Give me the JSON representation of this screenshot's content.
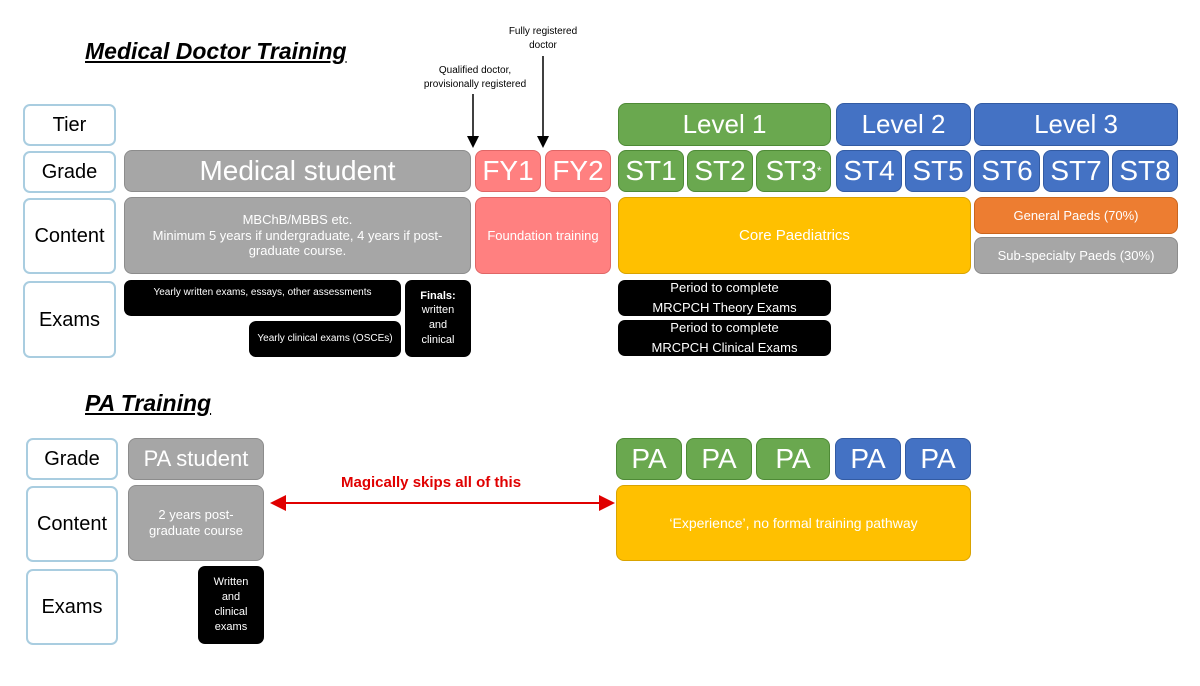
{
  "doctor": {
    "heading": "Medical Doctor Training",
    "notes": {
      "qualified": "Qualified doctor, provisionally registered",
      "fully": "Fully registered doctor"
    },
    "row_labels": {
      "tier": "Tier",
      "grade": "Grade",
      "content": "Content",
      "exams": "Exams"
    },
    "tiers": [
      "Level 1",
      "Level 2",
      "Level 3"
    ],
    "grades": {
      "student": "Medical student",
      "fy1": "FY1",
      "fy2": "FY2",
      "st1": "ST1",
      "st2": "ST2",
      "st3": "ST3",
      "st3_mark": "*",
      "st4": "ST4",
      "st5": "ST5",
      "st6": "ST6",
      "st7": "ST7",
      "st8": "ST8"
    },
    "content": {
      "student_line1": "MBChB/MBBS etc.",
      "student_line2": "Minimum 5 years if undergraduate, 4 years if post-graduate course.",
      "foundation": "Foundation training",
      "core": "Core Paediatrics",
      "general": "General Paeds (70%)",
      "sub": "Sub-specialty Paeds (30%)"
    },
    "exams": {
      "written": "Yearly written exams, essays, other assessments",
      "clinical": "Yearly clinical exams (OSCEs)",
      "finals_title": "Finals:",
      "finals_rest": "written and clinical",
      "theory_line1": "Period to complete",
      "theory_line2": "MRCPCH Theory Exams",
      "clinical_line1": "Period to complete",
      "clinical_line2": "MRCPCH Clinical Exams"
    }
  },
  "pa": {
    "heading": "PA Training",
    "row_labels": {
      "grade": "Grade",
      "content": "Content",
      "exams": "Exams"
    },
    "student": "PA student",
    "course": "2 years post-graduate course",
    "exams": "Written and clinical exams",
    "skip": "Magically skips all of this",
    "pa_boxes": [
      "PA",
      "PA",
      "PA",
      "PA",
      "PA"
    ],
    "experience": "‘Experience’, no formal training pathway"
  },
  "colors": {
    "gray": "#a6a6a6",
    "pink": "#ff8080",
    "green": "#6aa84f",
    "blue": "#4472c4",
    "yellow": "#ffc000",
    "orange": "#ed7d31",
    "black": "#000000",
    "arrow_red": "#e00000",
    "label_border": "#a9cde0"
  }
}
